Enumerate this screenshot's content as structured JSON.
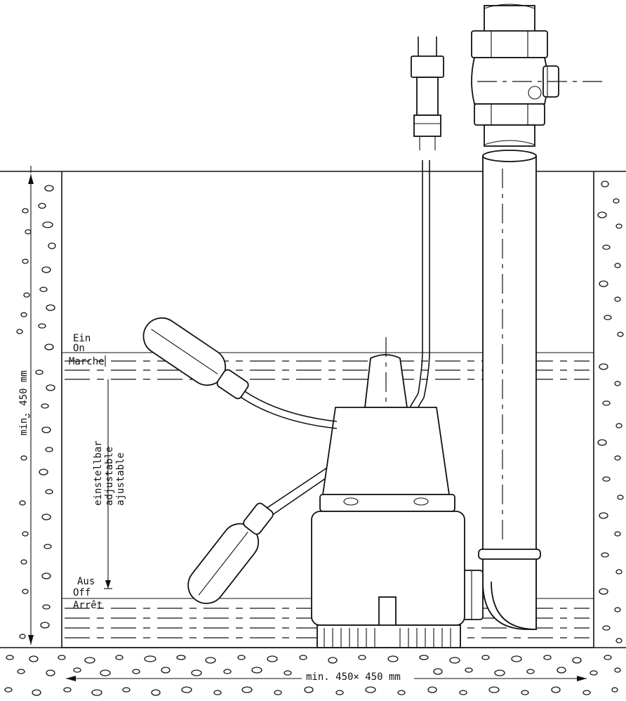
{
  "labels": {
    "on_de": "Ein",
    "on_en": "On",
    "on_fr": "Marche",
    "off_de": "Aus",
    "off_en": "Off",
    "off_fr": "Arrêt",
    "adjustable_de": "einstellbar",
    "adjustable_en": "adjustable",
    "adjustable_fr": "ajustable",
    "min_depth": "min. 450 mm",
    "min_area": "min. 450× 450 mm"
  }
}
